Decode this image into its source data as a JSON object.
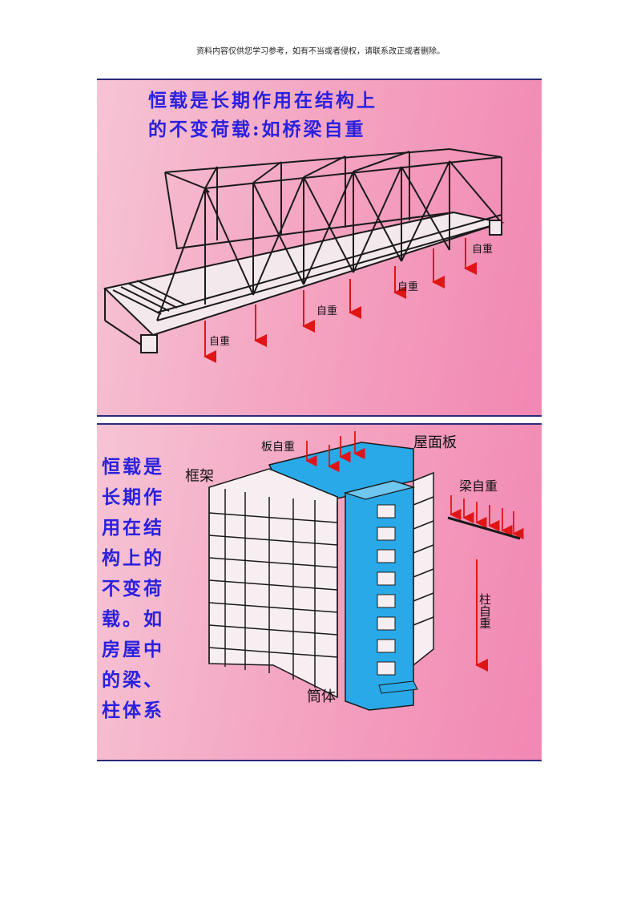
{
  "header_note": "资料内容仅供您学习参考，如有不当或者侵权，请联系改正或者删除。",
  "slide1": {
    "title": "恒载是长期作用在结构上\n的不变荷载:如桥梁自重",
    "labels": [
      "自重",
      "自重",
      "自重",
      "自重"
    ]
  },
  "slide2": {
    "title": "恒载是\n长期作\n用在结\n构上的\n不变荷\n载。如\n房屋中\n的梁、\n柱体系",
    "label_frame": "框架",
    "label_slab_weight": "板自重",
    "label_roof": "屋面板",
    "label_beam_weight": "梁自重",
    "label_column_weight": "柱自重",
    "label_tube": "筒体"
  },
  "colors": {
    "title": "#2a20e0",
    "arrow": "#e01515",
    "tube": "#29a9e8",
    "border": "#2b2b7a"
  }
}
